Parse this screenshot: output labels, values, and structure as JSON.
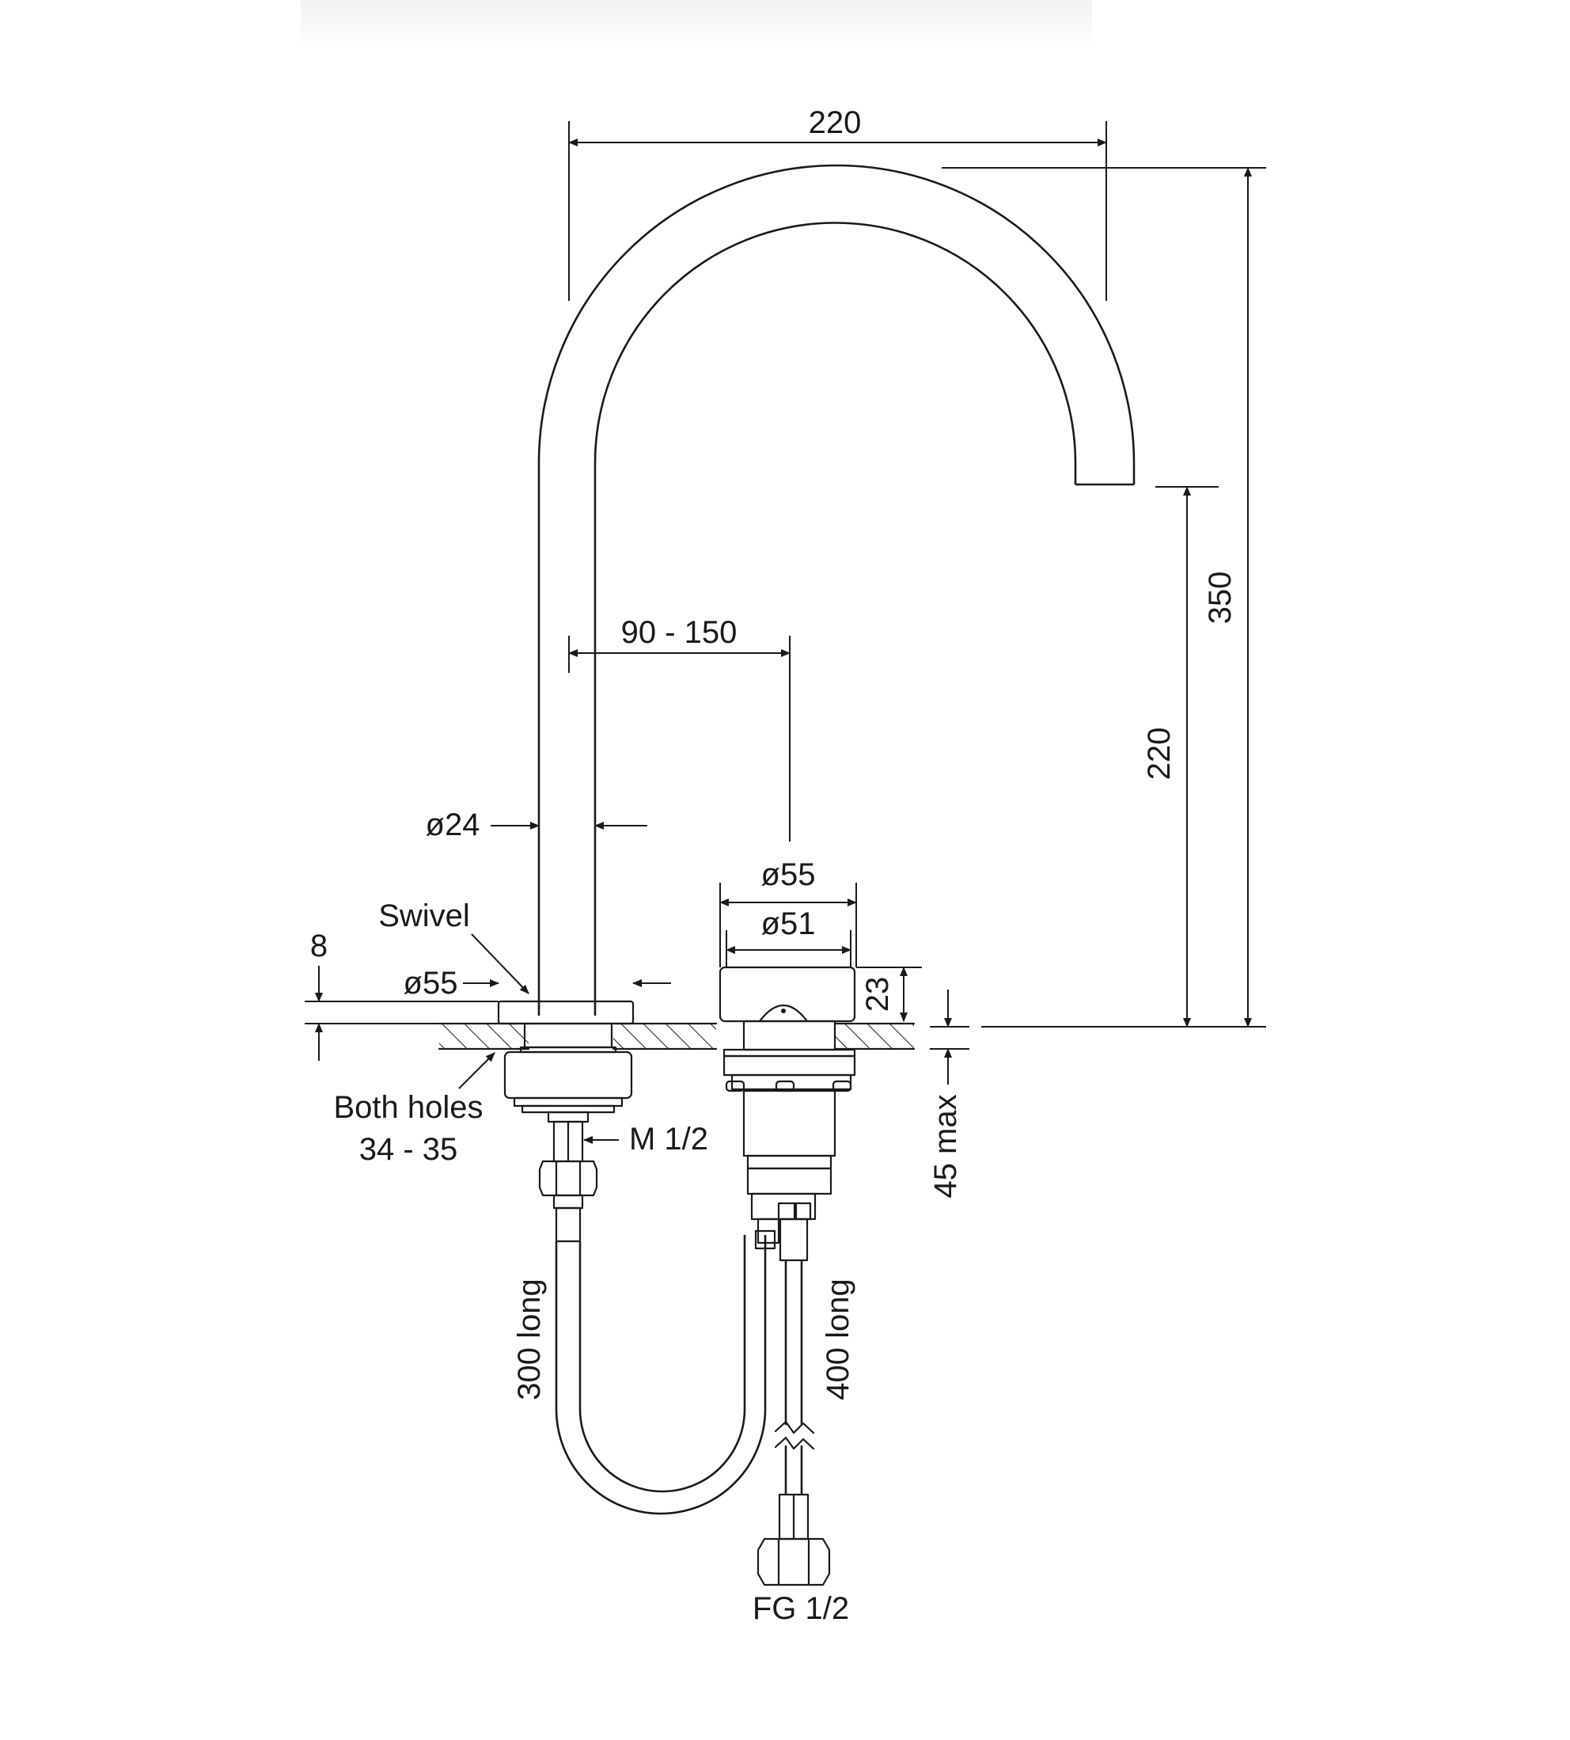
{
  "labels": {
    "spout_reach": "220",
    "overall_height": "350",
    "spout_height": "220",
    "centres": "90 - 150",
    "tube_diameter": "ø24",
    "handle_outer_diameter": "ø55",
    "handle_inner_diameter": "ø51",
    "handle_height": "23",
    "swivel": "Swivel",
    "base_thickness": "8",
    "base_diameter": "ø55",
    "holes_line1": "Both holes",
    "holes_line2": "34 - 35",
    "thread": "M 1/2",
    "deck_thickness": "45 max",
    "hose_left": "300 long",
    "hose_right": "400 long",
    "connection": "FG 1/2"
  }
}
